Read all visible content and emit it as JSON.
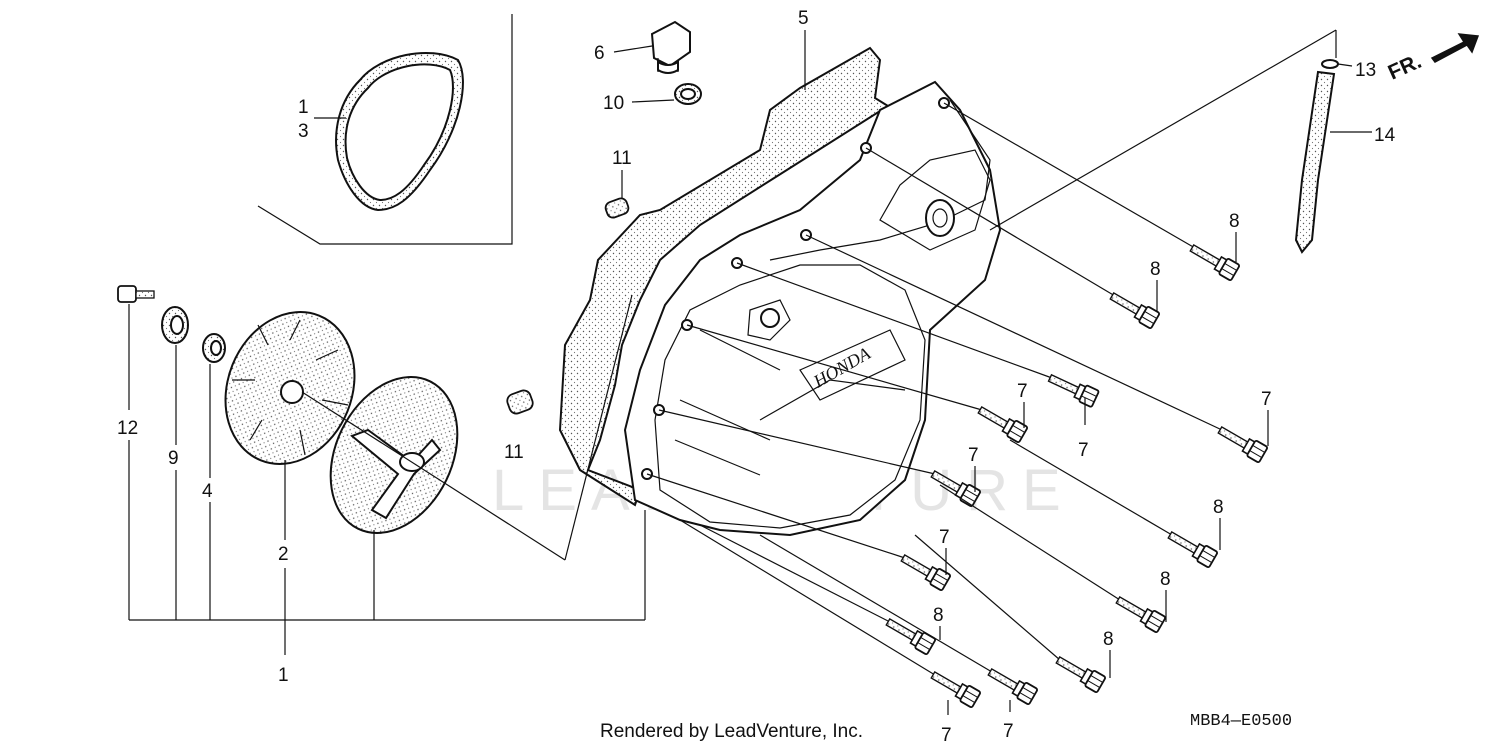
{
  "diagram": {
    "watermark": "LEADVENTURE",
    "brand_mark": "HONDA",
    "direction_label": "FR.",
    "footer_credit": "Rendered by LeadVenture, Inc.",
    "diagram_code": "MBB4—E0500"
  },
  "callouts": [
    {
      "id": "c1a",
      "text": "1"
    },
    {
      "id": "c3",
      "text": "3"
    },
    {
      "id": "c5",
      "text": "5"
    },
    {
      "id": "c6",
      "text": "6"
    },
    {
      "id": "c10",
      "text": "10"
    },
    {
      "id": "c11a",
      "text": "11"
    },
    {
      "id": "c11b",
      "text": "11"
    },
    {
      "id": "c13",
      "text": "13"
    },
    {
      "id": "c14",
      "text": "14"
    },
    {
      "id": "c12",
      "text": "12"
    },
    {
      "id": "c9",
      "text": "9"
    },
    {
      "id": "c4",
      "text": "4"
    },
    {
      "id": "c2",
      "text": "2"
    },
    {
      "id": "c1b",
      "text": "1"
    },
    {
      "id": "c8a",
      "text": "8"
    },
    {
      "id": "c8b",
      "text": "8"
    },
    {
      "id": "c8c",
      "text": "8"
    },
    {
      "id": "c8d",
      "text": "8"
    },
    {
      "id": "c8e",
      "text": "8"
    },
    {
      "id": "c8f",
      "text": "8"
    },
    {
      "id": "c7a",
      "text": "7"
    },
    {
      "id": "c7b",
      "text": "7"
    },
    {
      "id": "c7c",
      "text": "7"
    },
    {
      "id": "c7d",
      "text": "7"
    },
    {
      "id": "c7e",
      "text": "7"
    },
    {
      "id": "c7f",
      "text": "7"
    },
    {
      "id": "c7g",
      "text": "7"
    }
  ]
}
